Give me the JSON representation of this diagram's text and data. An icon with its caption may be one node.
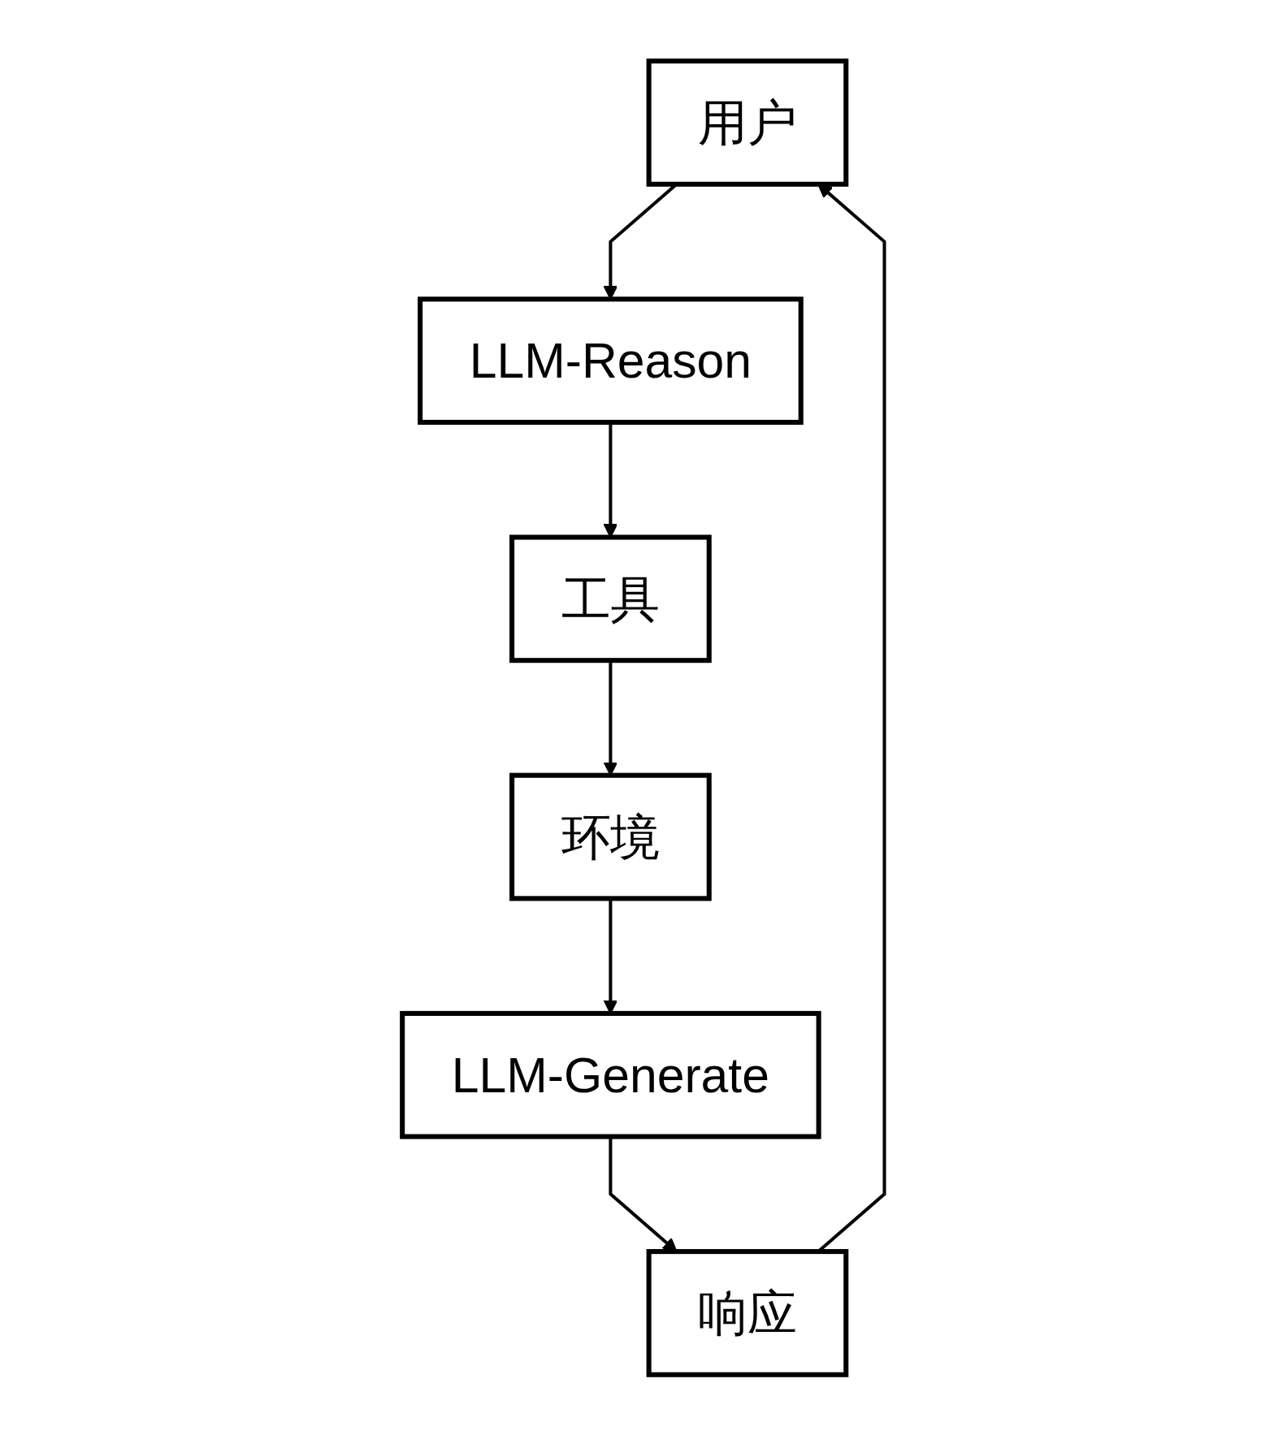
{
  "diagram": {
    "nodes": [
      {
        "text": [
          "用户"
        ]
      },
      {
        "text": [
          "LLM-Reason"
        ]
      },
      {
        "text": [
          "工具"
        ]
      },
      {
        "text": [
          "环境"
        ]
      },
      {
        "text": [
          "LLM-Generate"
        ]
      },
      {
        "text": [
          "响应"
        ]
      }
    ],
    "edges": [
      {
        "from": 0,
        "to": 1,
        "arrow": "to"
      },
      {
        "from": 1,
        "to": 2,
        "arrow": "to"
      },
      {
        "from": 2,
        "to": 3,
        "arrow": "to"
      },
      {
        "from": 3,
        "to": 4,
        "arrow": "to"
      },
      {
        "from": 4,
        "to": 5,
        "arrow": "to"
      },
      {
        "from": 5,
        "to": 0,
        "arrow": "to"
      }
    ]
  }
}
